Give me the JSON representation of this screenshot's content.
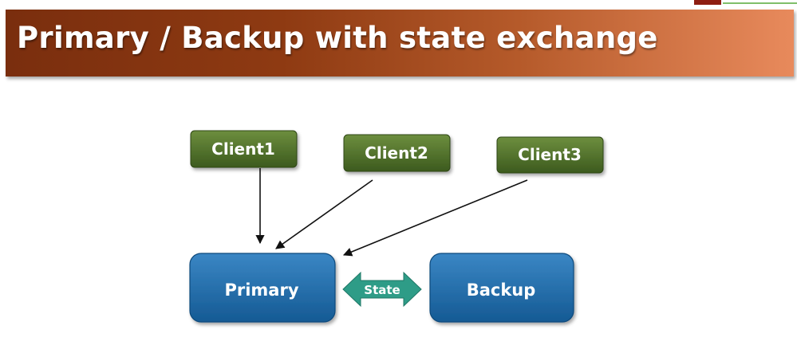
{
  "title": "Primary / Backup with state exchange",
  "diagram": {
    "clients": [
      {
        "label": "Client1"
      },
      {
        "label": "Client2"
      },
      {
        "label": "Client3"
      }
    ],
    "primary": {
      "label": "Primary"
    },
    "backup": {
      "label": "Backup"
    },
    "exchange": {
      "label": "State"
    }
  },
  "colors": {
    "title_bar_start": "#7a2e0e",
    "title_bar_end": "#e88a5c",
    "client_fill": "#4e6e2a",
    "server_fill": "#1f6aa5",
    "state_arrow_fill": "#2e9c87"
  }
}
